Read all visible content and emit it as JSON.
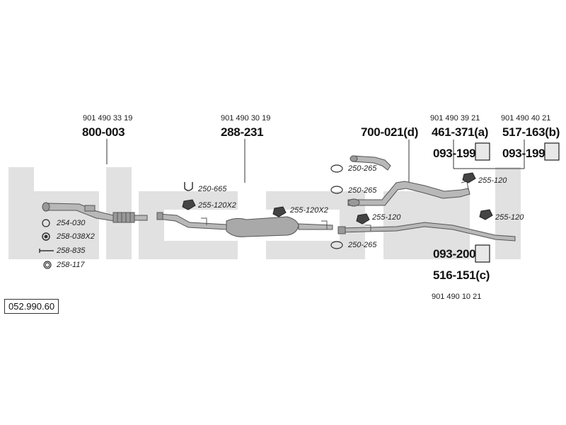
{
  "diagram_id": "052.990.60",
  "brand_colors": {
    "watermark": "#e1e1e1",
    "lines": "#333333",
    "parts": "#a9a9a9"
  },
  "oem_numbers": {
    "front_pipe": "901 490 33 19",
    "middle": "901 490 30 19",
    "rear_a": "901 490 39 21",
    "rear_b": "901 490 40 21",
    "rear_c": "901 490 10 21"
  },
  "part_numbers": {
    "front_pipe": "800-003",
    "middle": "288-231",
    "tail_d": "700-021(d)",
    "rear_a": "461-371(a)",
    "rear_b": "517-163(b)",
    "rear_c": "516-151(c)",
    "hanger_1": "093-199",
    "hanger_2": "093-199",
    "hanger_3": "093-200"
  },
  "fittings": {
    "f254_030": "254-030",
    "f258_038": "258-038X2",
    "f258_835": "258-835",
    "f258_117": "258-117",
    "f250_665": "250-665",
    "f255_120x2_a": "255-120X2",
    "f255_120x2_b": "255-120X2",
    "f250_265_a": "250-265",
    "f250_265_b": "250-265",
    "f250_265_c": "250-265",
    "f255_120_a": "255-120",
    "f255_120_b": "255-120",
    "f255_120_c": "255-120"
  }
}
